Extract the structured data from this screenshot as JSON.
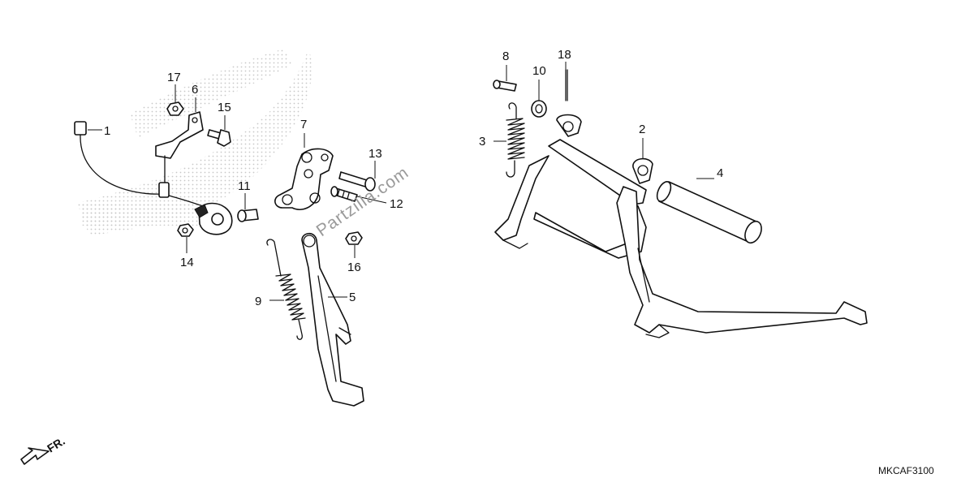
{
  "callouts": [
    "1",
    "2",
    "3",
    "4",
    "5",
    "6",
    "7",
    "8",
    "9",
    "10",
    "11",
    "12",
    "13",
    "14",
    "15",
    "16",
    "17",
    "18"
  ],
  "watermark": "Partzilla.com",
  "direction_label": "FR.",
  "diagram_code": "MKCAF3100",
  "colors": {
    "line": "#111111",
    "background": "#ffffff",
    "watermark": "#9a9a9a",
    "logo_dots": "#c8c8c8"
  }
}
